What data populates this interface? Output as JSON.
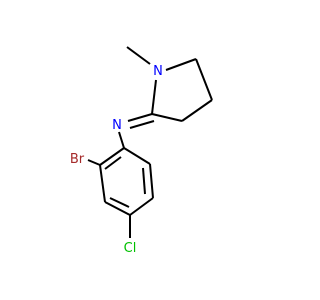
{
  "molecule": {
    "atoms": [
      {
        "id": "N_ring",
        "label": "N",
        "color": "#0000ff"
      },
      {
        "id": "N_imine",
        "label": "N",
        "color": "#0000ff"
      },
      {
        "id": "Br",
        "label": "Br",
        "color": "#a52a2a"
      },
      {
        "id": "Cl",
        "label": "Cl",
        "color": "#00c000"
      }
    ]
  }
}
